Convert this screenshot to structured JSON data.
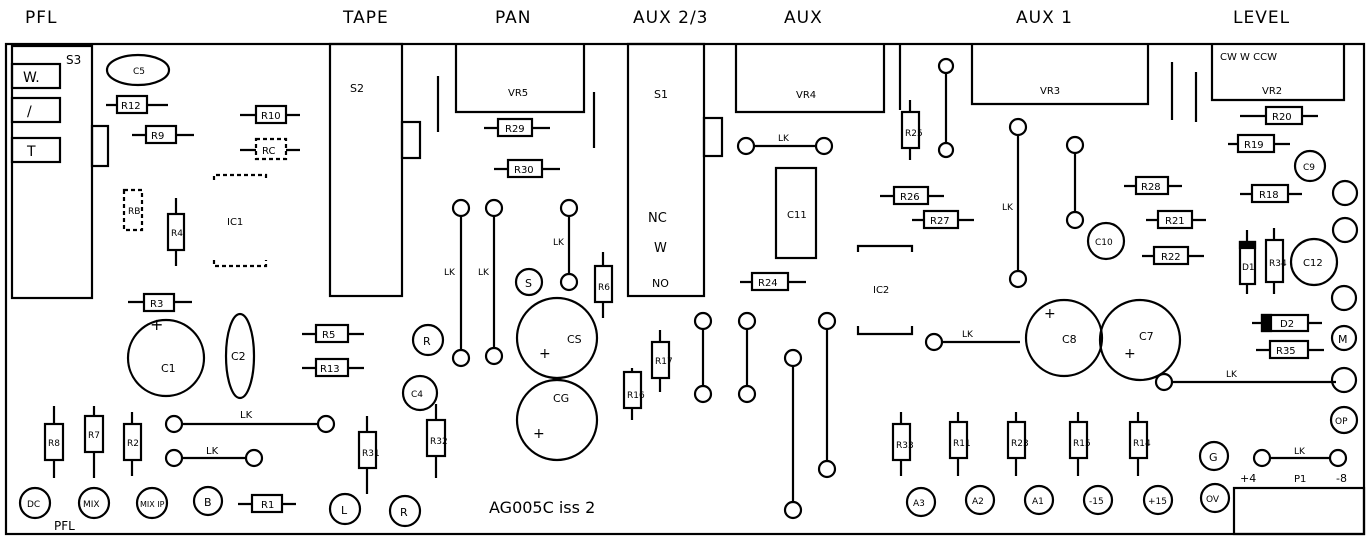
{
  "headers": {
    "pfl": "PFL",
    "tape": "TAPE",
    "pan": "PAN",
    "aux23": "AUX 2/3",
    "aux": "AUX",
    "aux1": "AUX 1",
    "level": "LEVEL"
  },
  "left_switch": {
    "s3": "S3",
    "w": "W.",
    "slash": "/",
    "t": "T"
  },
  "switches": {
    "s2": "S2",
    "s1": "S1",
    "nc": "NC",
    "w": "W",
    "no": "NO"
  },
  "pots": {
    "vr5": "VR5",
    "vr4": "VR4",
    "vr3": "VR3",
    "vr2": "VR2",
    "ccw_labels": "CW   W   CCW"
  },
  "resistors": {
    "r12": "R12",
    "r9": "R9",
    "r10": "R10",
    "rc": "RC",
    "rb": "RB",
    "r4": "R4",
    "r3": "R3",
    "r29": "R29",
    "r30": "R30",
    "r6": "R6",
    "r24": "R24",
    "r25": "R25",
    "r26": "R26",
    "r27": "R27",
    "r28": "R28",
    "r21": "R21",
    "r22": "R22",
    "r20": "R20",
    "r19": "R19",
    "r18": "R18",
    "r34": "R34",
    "r35": "R35",
    "r5": "R5",
    "r13": "R13",
    "r16": "R16",
    "r17": "R17",
    "r8": "R8",
    "r7": "R7",
    "r2": "R2",
    "r1": "R1",
    "r31": "R31",
    "r32": "R32",
    "r33": "R33",
    "r11": "R11",
    "r23": "R23",
    "r15": "R15",
    "r14": "R14"
  },
  "capacitors": {
    "c5": "C5",
    "c1": "C1",
    "c2": "C2",
    "c4": "C4",
    "cs": "CS",
    "cg": "CG",
    "c11": "C11",
    "c10": "C10",
    "c8": "C8",
    "c7": "C7",
    "c9": "C9",
    "c12": "C12"
  },
  "ics": {
    "ic1": "IC1",
    "ic2": "IC2"
  },
  "diodes": {
    "d1": "D1",
    "d2": "D2"
  },
  "links": {
    "lk": "LK"
  },
  "pads": {
    "dc": "DC",
    "pfl": "PFL",
    "mix": "MIX",
    "mix_ip": "MIX IP",
    "b": "B",
    "l": "L",
    "r_bottom": "R",
    "r_mid": "R",
    "s": "S",
    "a3": "A3",
    "a2": "A2",
    "a1": "A1",
    "m15": "-15",
    "p15": "+15",
    "ov": "OV",
    "g": "G",
    "op": "OP",
    "m": "M",
    "p4": "+4",
    "m8": "-8",
    "p1": "P1"
  },
  "footer": {
    "board": "AG005C iss 2"
  }
}
